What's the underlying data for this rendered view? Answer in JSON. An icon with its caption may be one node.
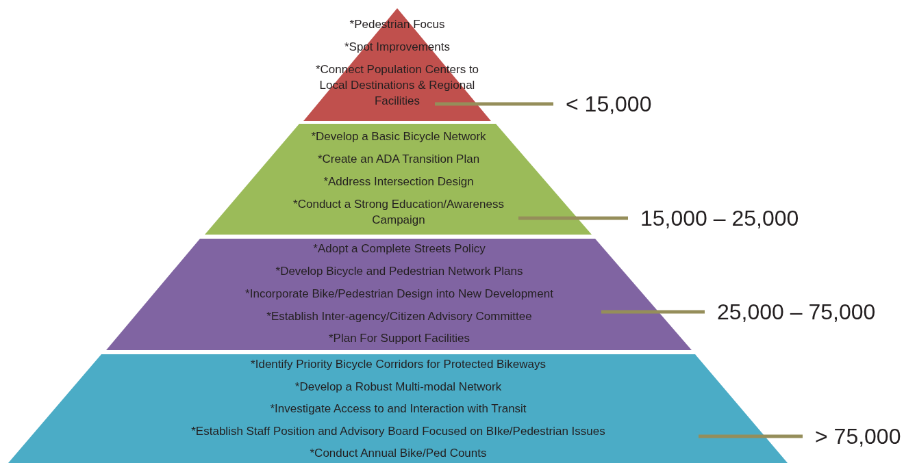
{
  "diagram": {
    "nodes": [
      {
        "text": [
          "*Pedestrian Focus",
          "*Spot Improvements",
          "*Connect Population Centers to Local Destinations & Regional Facilities"
        ]
      },
      {
        "text": [
          "< 15,000"
        ]
      },
      {
        "text": [
          "*Develop a Basic Bicycle Network",
          "*Create an ADA Transition Plan",
          "*Address Intersection Design",
          "*Conduct a Strong Education/Awareness Campaign"
        ]
      },
      {
        "text": [
          "15,000 – 25,000"
        ]
      },
      {
        "text": [
          "*Adopt a Complete Streets Policy",
          "*Develop Bicycle and Pedestrian Network Plans",
          "*Incorporate Bike/Pedestrian Design into New Development",
          "*Establish Inter-agency/Citizen Advisory Committee",
          "*Plan For Support Facilities"
        ]
      },
      {
        "text": [
          "25,000 – 75,000"
        ]
      },
      {
        "text": [
          "*Identify Priority Bicycle Corridors for Protected Bikeways",
          "*Develop a Robust Multi-modal Network",
          "*Investigate Access to and Interaction with Transit",
          "*Establish Staff Position and Advisory Board Focused on BIke/Pedestrian Issues",
          "*Conduct Annual Bike/Ped Counts"
        ]
      },
      {
        "text": [
          "> 75,000"
        ]
      }
    ],
    "edges": [
      {
        "from": 1,
        "to": 0,
        "arrow": "none"
      },
      {
        "from": 3,
        "to": 2,
        "arrow": "none"
      },
      {
        "from": 5,
        "to": 4,
        "arrow": "none"
      },
      {
        "from": 7,
        "to": 6,
        "arrow": "none"
      }
    ]
  }
}
